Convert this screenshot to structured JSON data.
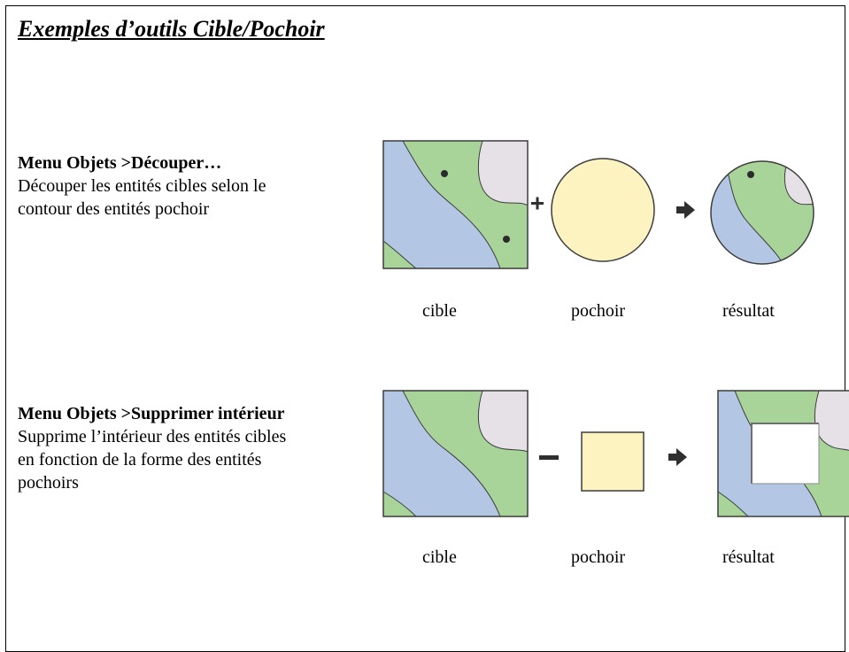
{
  "title": "Exemples d’outils Cible/Pochoir",
  "section1": {
    "heading": "Menu Objets >Découper…",
    "lines": [
      "Découper les entités cibles selon le",
      "contour des entités pochoir"
    ],
    "labels": {
      "target": "cible",
      "stencil": "pochoir",
      "result": "résultat"
    }
  },
  "section2": {
    "heading": "Menu Objets >Supprimer intérieur",
    "lines": [
      "Supprime l’intérieur des entités cibles",
      "en fonction de la forme des entités",
      "pochoirs"
    ],
    "labels": {
      "target": "cible",
      "stencil": "pochoir",
      "result": "résultat"
    }
  },
  "colors": {
    "green": "#a8d49a",
    "blue": "#b3c6e3",
    "grey": "#e6e1e6",
    "yellow": "#fcf3c0",
    "outline": "#3d3d3d",
    "operator": "#2f2f2f"
  }
}
